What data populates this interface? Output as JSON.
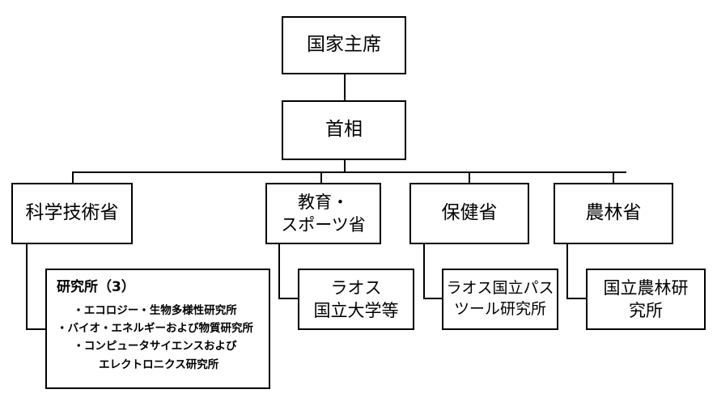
{
  "president": "国家主席",
  "prime_minister": "首相",
  "ministries": {
    "science": "科学技術省",
    "education_line1": "教育・",
    "education_line2": "スポーツ省",
    "health": "保健省",
    "agriculture": "農林省"
  },
  "institutions": {
    "science_labs": {
      "title": "研究所（3）",
      "items": [
        "・エコロジー・生物多様性研究所",
        "・バイオ・エネルギーおよび物質研究所",
        "・コンピュータサイエンスおよび",
        "  エレクトロニクス研究所"
      ]
    },
    "university_line1": "ラオス",
    "university_line2": "国立大学等",
    "pasteur_line1": "ラオス国立パス",
    "pasteur_line2": "ツール研究所",
    "agri_institute_line1": "国立農林研",
    "agri_institute_line2": "究所"
  }
}
